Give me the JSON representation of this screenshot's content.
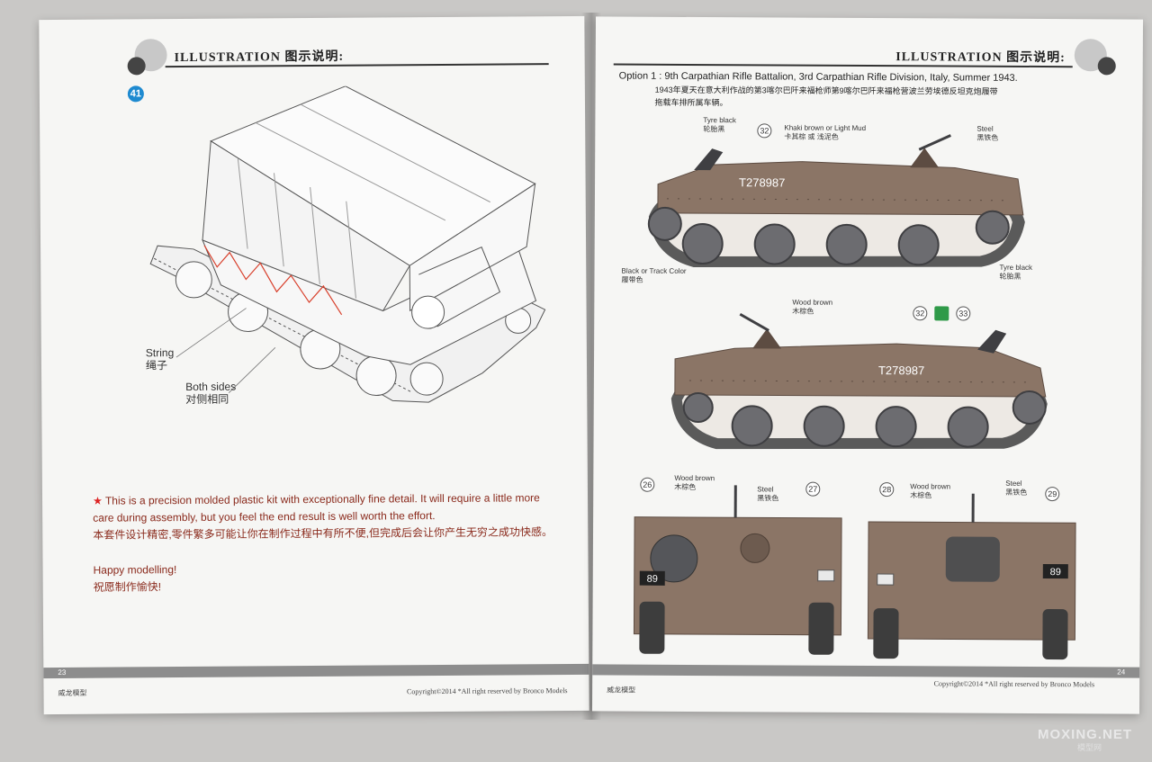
{
  "left_page": {
    "header": "ILLUSTRATION 图示说明:",
    "step_number": "41",
    "callouts": {
      "string_en": "String",
      "string_cn": "绳子",
      "both_sides_en": "Both sides",
      "both_sides_cn": "对侧相同"
    },
    "notes": {
      "star": "★",
      "en": "This is a precision molded plastic kit with exceptionally fine detail. It will require a little more care during assembly, but you feel the end result is well worth the effort.",
      "cn": "本套件设计精密,零件繁多可能让你在制作过程中有所不便,但完成后会让你产生无穷之成功快感。",
      "happy_en": "Happy modelling!",
      "happy_cn": "祝愿制作愉快!"
    },
    "page_number": "23",
    "footer_left": "威龙模型",
    "footer_copyright": "Copyright©2014  *All right reserved by Bronco Models"
  },
  "right_page": {
    "header": "ILLUSTRATION 图示说明:",
    "option_title": "Option 1 : 9th Carpathian Rifle Battalion, 3rd Carpathian Rifle Division, Italy, Summer 1943.",
    "option_cn_line1": "1943年夏天在意大利作战的第3喀尔巴阡来福枪师第9喀尔巴阡来福枪营波兰劳埃德反坦克炮履带",
    "option_cn_line2": "拖载车排所属车辆。",
    "serial": "T278987",
    "rear_plate": "89",
    "paint_labels": {
      "tyre_black_top": "Tyre black",
      "tyre_black_top_cn": "轮胎黑",
      "khaki": "Khaki brown or Light Mud",
      "khaki_cn": "卡其棕 或 浅泥色",
      "steel_top": "Steel",
      "steel_top_cn": "黑铁色",
      "track": "Black or Track Color",
      "track_cn": "履带色",
      "tyre_black_bottom": "Tyre black",
      "tyre_black_bottom_cn": "轮胎黑",
      "wood": "Wood brown",
      "wood_cn": "木棕色",
      "rear_wood1": "Wood brown",
      "rear_wood1_cn": "木棕色",
      "rear_steel1": "Steel",
      "rear_steel1_cn": "黑铁色",
      "rear_wood2": "Wood brown",
      "rear_wood2_cn": "木棕色",
      "rear_steel2": "Steel",
      "rear_steel2_cn": "黑铁色"
    },
    "callout_numbers": [
      "32",
      "32",
      "33",
      "26",
      "27",
      "28",
      "29"
    ],
    "page_number": "24",
    "footer_left": "威龙模型",
    "footer_copyright": "Copyright©2014  *All right reserved by Bronco Models"
  },
  "watermark": "MOXING.NET",
  "watermark_sub": "模型网",
  "colors": {
    "vehicle_body": "#8b7566",
    "vehicle_dark": "#6f5c50",
    "wheel": "#6c6c70",
    "track": "#555555",
    "notes_text": "#8a2a1c",
    "step_badge": "#1e8ad0"
  }
}
